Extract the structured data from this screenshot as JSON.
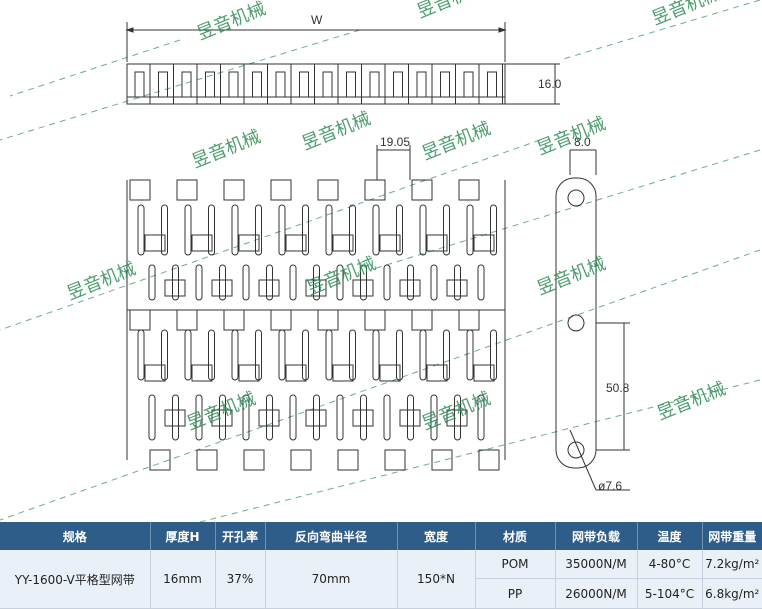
{
  "drawing": {
    "dim_width": "W",
    "dim_height": "16.0",
    "dim_pitch_h": "19.05",
    "dim_link_w": "8.0",
    "dim_pitch_v": "50.8",
    "dim_hole": "ø7.6",
    "watermark": "昱音机械"
  },
  "table": {
    "headers": [
      "规格",
      "厚度H",
      "开孔率",
      "反向弯曲半径",
      "宽度",
      "材质",
      "网带负载",
      "温度",
      "网带重量"
    ],
    "rows": [
      [
        "YY-1600-V平格型网带",
        "16mm",
        "37%",
        "70mm",
        "150*N",
        "POM",
        "35000N/M",
        "4-80°C",
        "7.2kg/m²"
      ],
      [
        "",
        "",
        "",
        "",
        "",
        "PP",
        "26000N/M",
        "5-104°C",
        "6.8kg/m²"
      ]
    ]
  },
  "colors": {
    "header_bg": "#2f5d8a",
    "row_bg": "#eaf0f8",
    "watermark": "#2e8b57"
  }
}
